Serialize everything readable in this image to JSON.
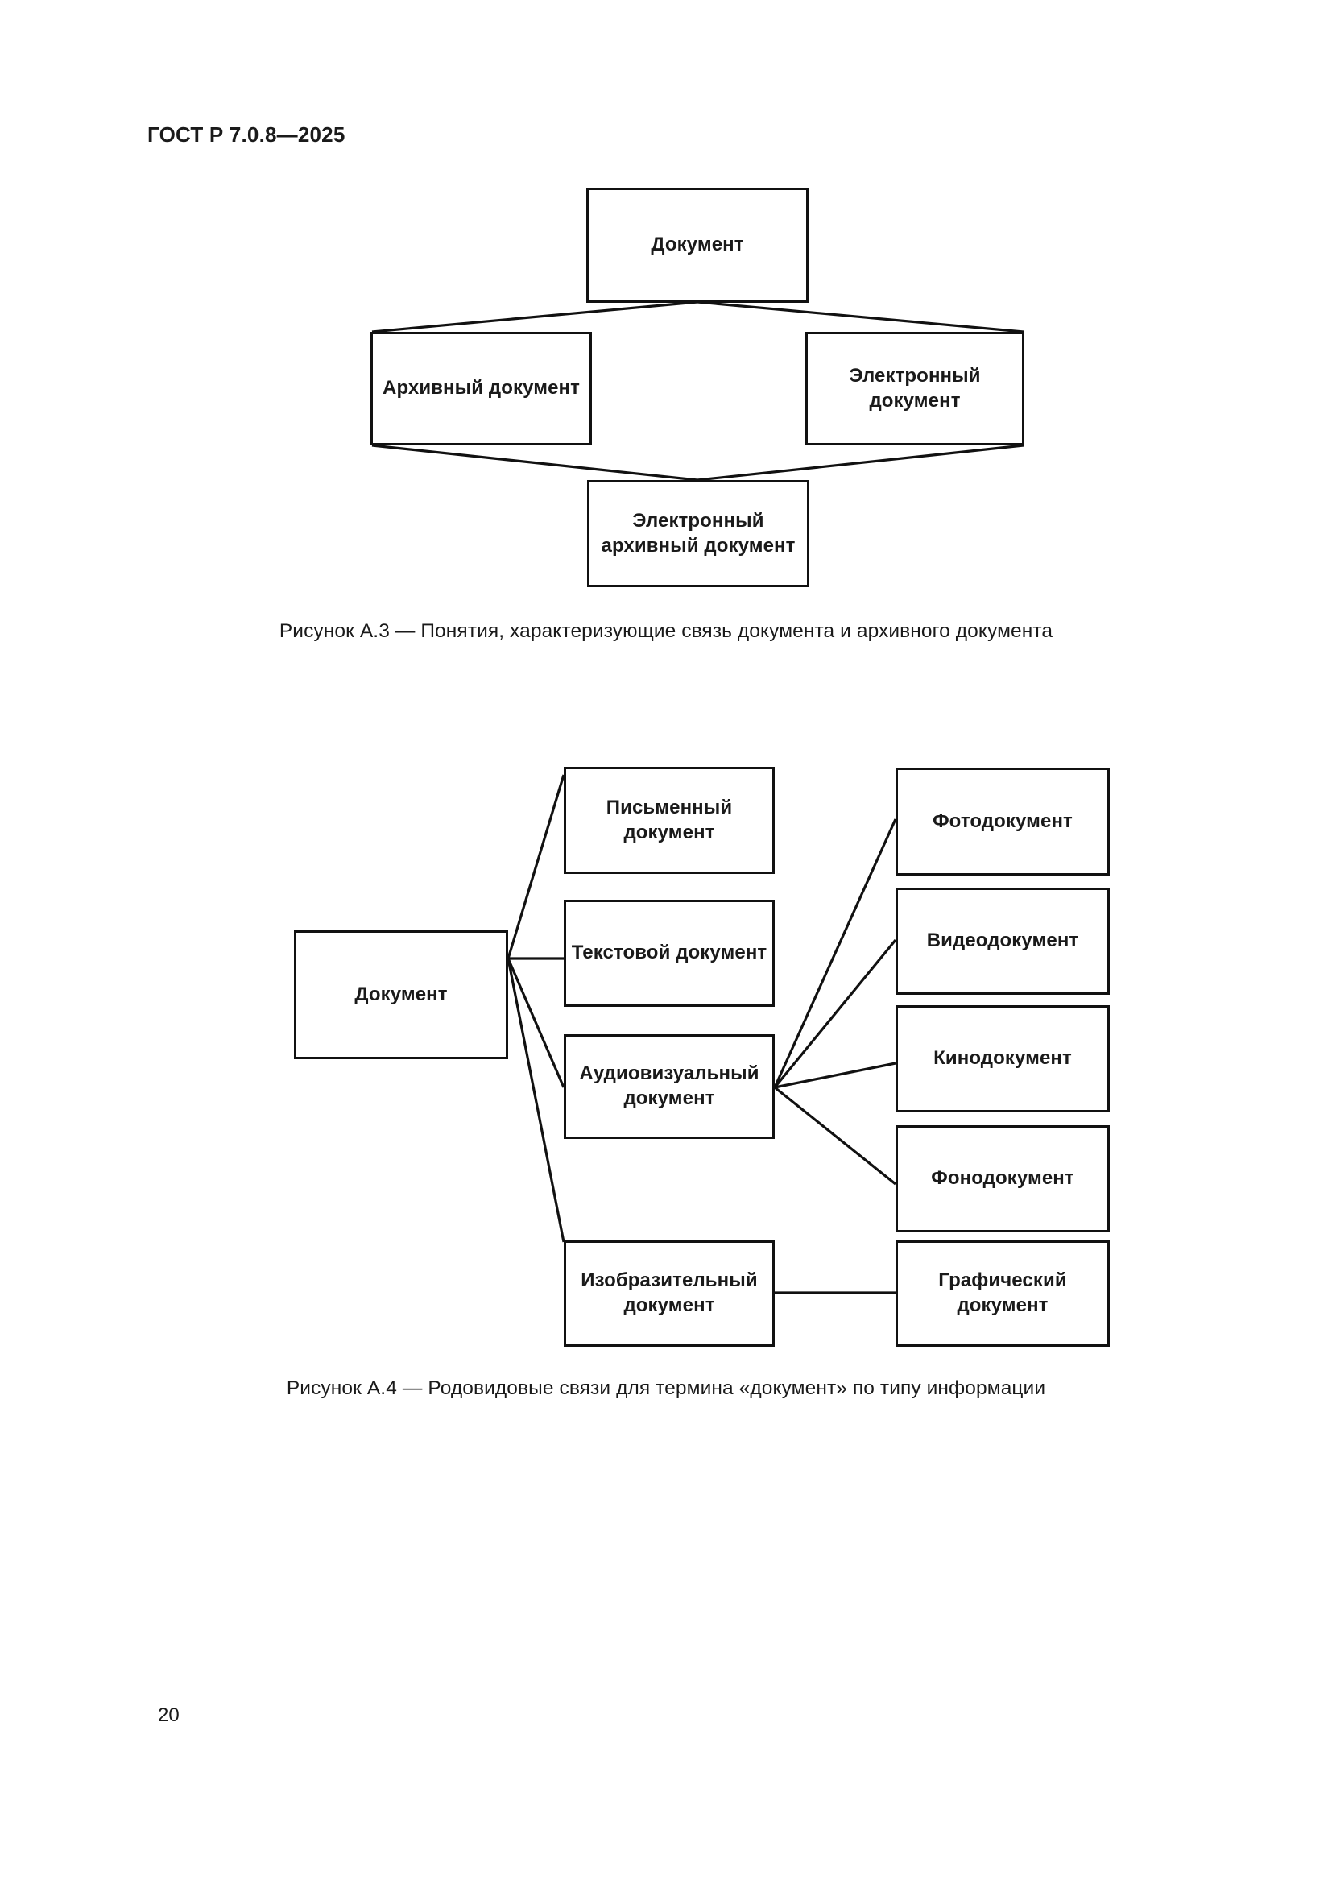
{
  "page": {
    "standard_header": "ГОСТ Р 7.0.8—2025",
    "page_number": "20"
  },
  "figure_a3": {
    "caption": "Рисунок А.3 — Понятия, характеризующие связь документа и архивного документа",
    "nodes": {
      "document": "Документ",
      "archival_document": "Архивный документ",
      "electronic_document": "Электронный\nдокумент",
      "electronic_archival_document": "Электронный\nархивный документ"
    }
  },
  "figure_a4": {
    "caption": "Рисунок А.4 — Родовидовые связи для термина «документ» по типу информации",
    "nodes": {
      "document": "Документ",
      "written_document": "Письменный\nдокумент",
      "text_document": "Текстовой  документ",
      "audiovisual_document": "Аудиовизуальный\nдокумент",
      "pictorial_document": "Изобразительный\nдокумент",
      "photo_document": "Фотодокумент",
      "video_document": "Видеодокумент",
      "film_document": "Кинодокумент",
      "phono_document": "Фонодокумент",
      "graphic_document": "Графический\nдокумент"
    }
  },
  "colors": {
    "ink": "#111111",
    "paper": "#ffffff"
  }
}
